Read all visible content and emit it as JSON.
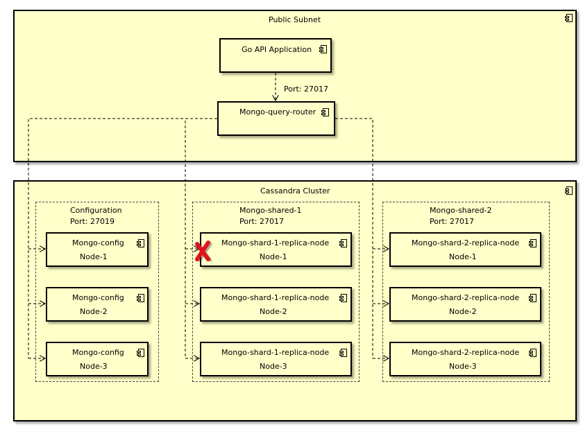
{
  "public_subnet": {
    "title": "Public Subnet"
  },
  "go_api": {
    "label": "Go API Application"
  },
  "port_label": "Port: 27017",
  "router": {
    "label": "Mongo-query-router"
  },
  "cluster": {
    "title": "Cassandra Cluster"
  },
  "configuration": {
    "title": "Configuration",
    "port": "Port: 27019",
    "nodes": [
      {
        "name": "Mongo-config",
        "node": "Node-1"
      },
      {
        "name": "Mongo-config",
        "node": "Node-2"
      },
      {
        "name": "Mongo-config",
        "node": "Node-3"
      }
    ]
  },
  "shard1": {
    "title": "Mongo-shared-1",
    "port": "Port: 27017",
    "nodes": [
      {
        "name": "Mongo-shard-1-replica-node",
        "node": "Node-1"
      },
      {
        "name": "Mongo-shard-1-replica-node",
        "node": "Node-2"
      },
      {
        "name": "Mongo-shard-1-replica-node",
        "node": "Node-3"
      }
    ]
  },
  "shard2": {
    "title": "Mongo-shared-2",
    "port": "Port: 27017",
    "nodes": [
      {
        "name": "Mongo-shard-2-replica-node",
        "node": "Node-1"
      },
      {
        "name": "Mongo-shard-2-replica-node",
        "node": "Node-2"
      },
      {
        "name": "Mongo-shard-2-replica-node",
        "node": "Node-3"
      }
    ]
  },
  "icons": {
    "component": "component-icon",
    "failure": "red-x-failure-icon"
  },
  "colors": {
    "fill": "#feffc9",
    "failure": "#e0141e"
  }
}
